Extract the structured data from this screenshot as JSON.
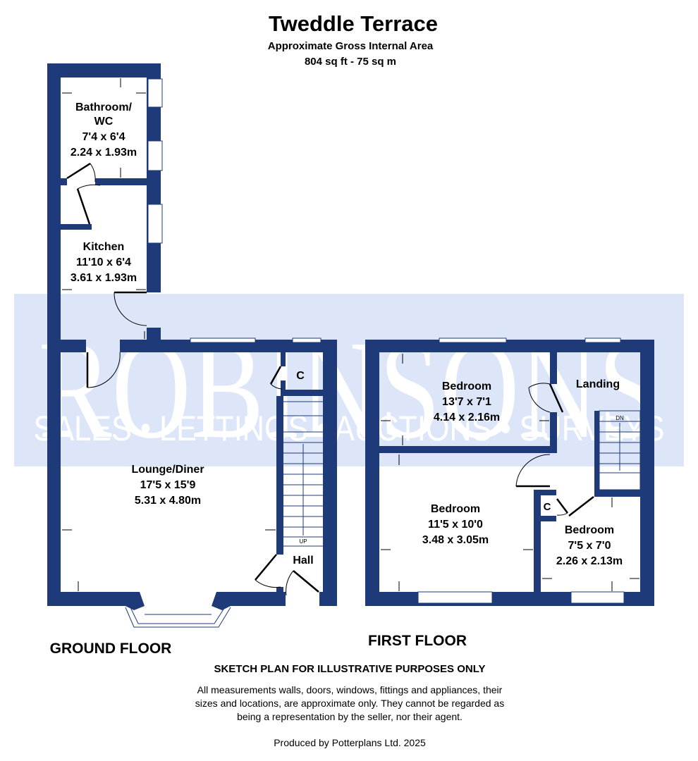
{
  "header": {
    "title": "Tweddle Terrace",
    "subtitle": "Approximate Gross Internal Area",
    "area": "804 sq ft - 75 sq m"
  },
  "watermark": {
    "brand": "ROBINSONS",
    "tagline": "SALES • LETTINGS • AUCTIONS • SURVEYS",
    "band_color": "#dce6f8"
  },
  "colors": {
    "walls": "#1f3a78"
  },
  "ground_floor": {
    "label": "GROUND FLOOR",
    "rooms": [
      {
        "name": "Bathroom/",
        "name2": "WC",
        "imperial": "7'4 x 6'4",
        "metric": "2.24 x 1.93m"
      },
      {
        "name": "Kitchen",
        "imperial": "11'10 x 6'4",
        "metric": "3.61 x 1.93m"
      },
      {
        "name": "Lounge/Diner",
        "imperial": "17'5 x 15'9",
        "metric": "5.31 x 4.80m"
      },
      {
        "name": "Hall"
      },
      {
        "name": "C"
      }
    ],
    "stairs_label": "UP"
  },
  "first_floor": {
    "label": "FIRST FLOOR",
    "rooms": [
      {
        "name": "Bedroom",
        "imperial": "13'7 x 7'1",
        "metric": "4.14 x 2.16m"
      },
      {
        "name": "Landing"
      },
      {
        "name": "Bedroom",
        "imperial": "11'5 x 10'0",
        "metric": "3.48 x 3.05m"
      },
      {
        "name": "Bedroom",
        "imperial": "7'5 x 7'0",
        "metric": "2.26 x 2.13m"
      },
      {
        "name": "C"
      }
    ],
    "stairs_label": "DN"
  },
  "footer": {
    "disclaimer_title": "SKETCH PLAN FOR ILLUSTRATIVE PURPOSES ONLY",
    "disclaimer_1": "All measurements walls, doors, windows, fittings and appliances, their",
    "disclaimer_2": "sizes and locations, are approximate only. They cannot be regarded as",
    "disclaimer_3": "being a representation by the seller, nor their agent.",
    "credit": "Produced by Potterplans Ltd. 2025"
  }
}
